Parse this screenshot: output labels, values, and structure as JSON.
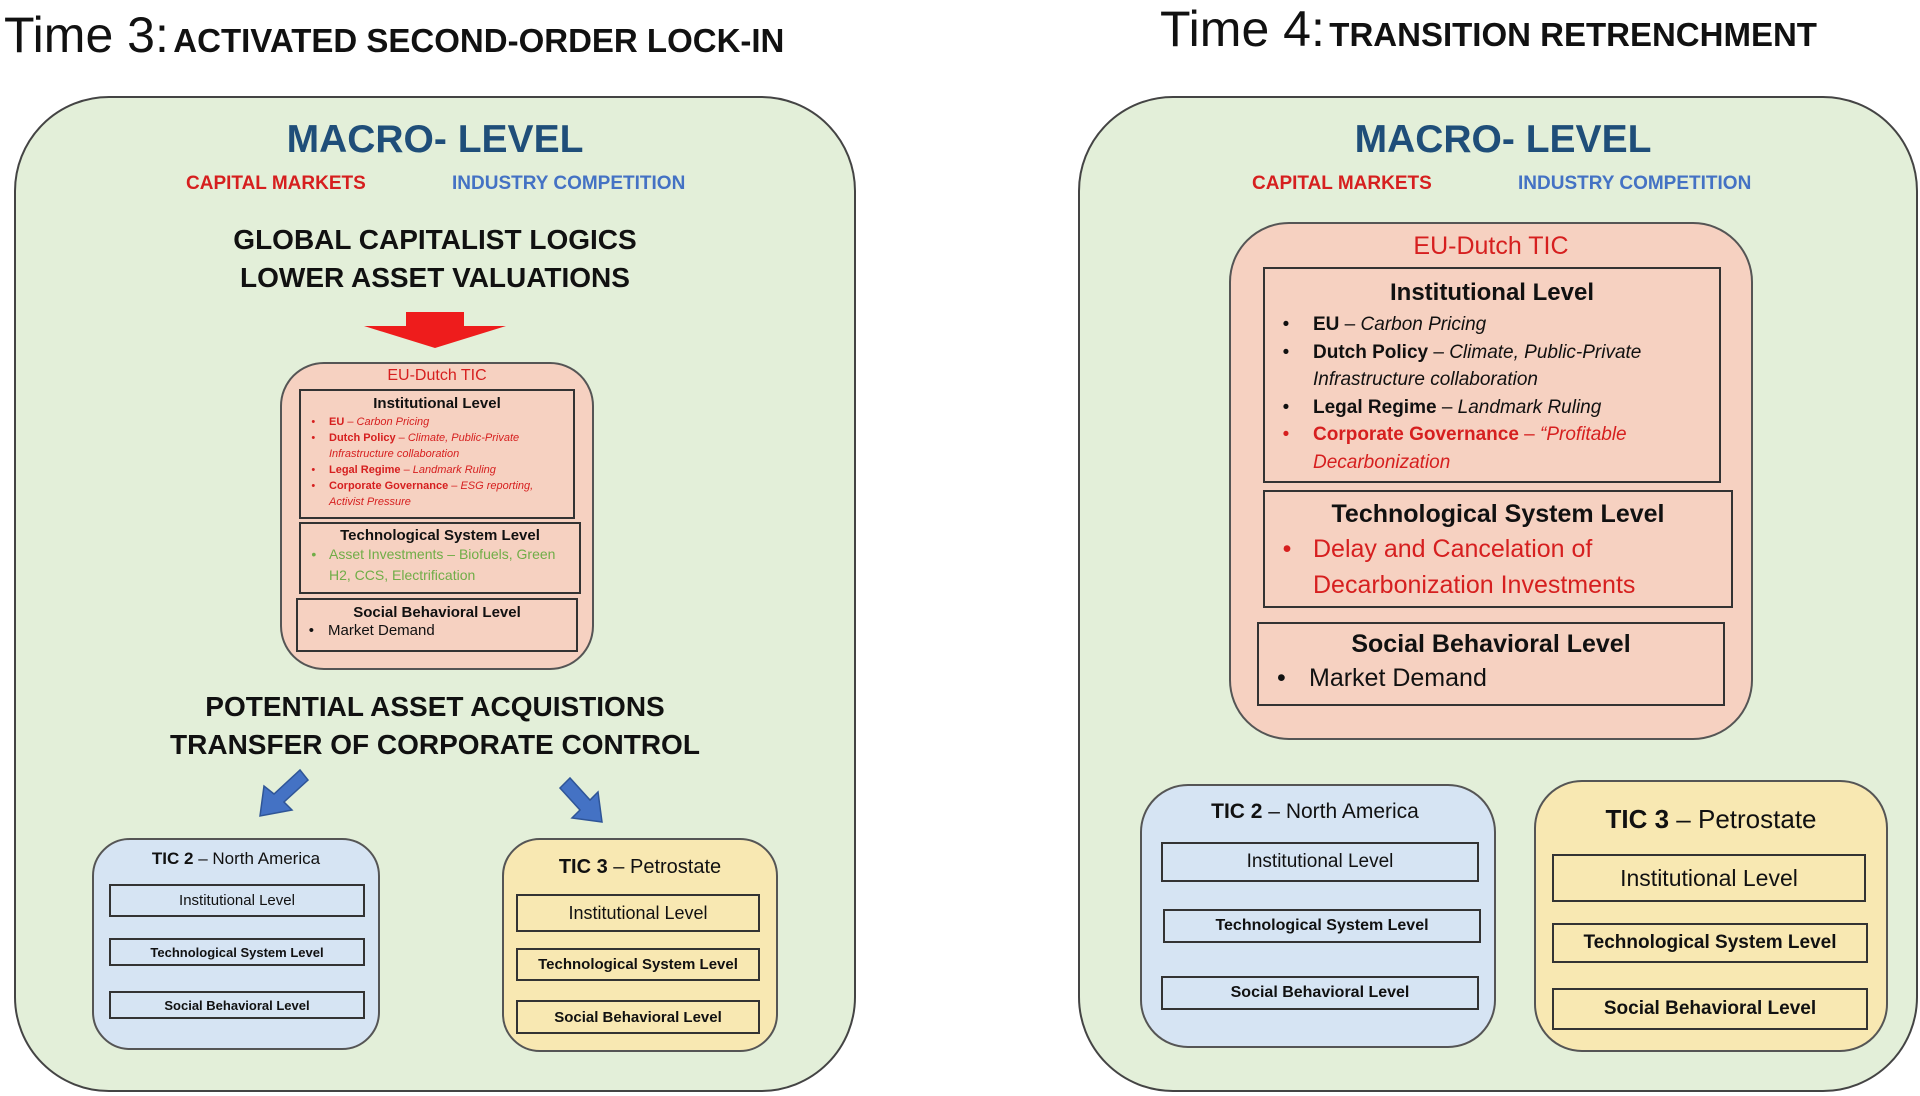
{
  "left": {
    "title_lead": "Time 3:",
    "title_sub": "ACTIVATED SECOND-ORDER LOCK-IN",
    "macro_title": "MACRO- LEVEL",
    "capital_markets": "CAPITAL MARKETS",
    "industry_competition": "INDUSTRY COMPETITION",
    "logic_line1": "GLOBAL CAPITALIST LOGICS",
    "logic_line2": "LOWER ASSET VALUATIONS",
    "eu_title": "EU-Dutch TIC",
    "institutional": {
      "head": "Institutional Level",
      "items": [
        {
          "bold": "EU",
          "sep": " – ",
          "it": "Carbon Pricing"
        },
        {
          "bold": "Dutch Policy",
          "sep": " – ",
          "it": "Climate, Public-Private Infrastructure collaboration"
        },
        {
          "bold": "Legal Regime",
          "sep": " – ",
          "it": "Landmark Ruling"
        },
        {
          "bold": "Corporate Governance",
          "sep": " – ",
          "it": "ESG reporting, Activist Pressure"
        }
      ]
    },
    "technological": {
      "head": "Technological System Level",
      "item": "Asset Investments – Biofuels, Green H2, CCS, Electrification"
    },
    "social": {
      "head": "Social Behavioral Level",
      "item": "Market Demand"
    },
    "potential_line1": "POTENTIAL ASSET ACQUISTIONS",
    "potential_line2": "TRANSFER OF CORPORATE CONTROL",
    "tic2": {
      "bold": "TIC 2",
      "rest": " – North America",
      "rows": [
        "Institutional Level",
        "Technological System Level",
        "Social Behavioral Level"
      ]
    },
    "tic3": {
      "bold": "TIC 3",
      "rest": " – Petrostate",
      "rows": [
        "Institutional Level",
        "Technological System Level",
        "Social Behavioral Level"
      ]
    }
  },
  "right": {
    "title_lead": "Time 4:",
    "title_sub": "TRANSITION RETRENCHMENT",
    "macro_title": "MACRO- LEVEL",
    "capital_markets": "CAPITAL MARKETS",
    "industry_competition": "INDUSTRY COMPETITION",
    "eu_title": "EU-Dutch TIC",
    "institutional": {
      "head": "Institutional Level",
      "items": [
        {
          "bold": "EU",
          "sep": " – ",
          "it": "Carbon Pricing"
        },
        {
          "bold": "Dutch Policy",
          "sep": " – ",
          "it": "Climate, Public-Private Infrastructure collaboration"
        },
        {
          "bold": "Legal Regime",
          "sep": " – ",
          "it": "Landmark Ruling"
        },
        {
          "bold": "Corporate Governance",
          "sep": " – ",
          "it": "“Profitable Decarbonization"
        }
      ]
    },
    "technological": {
      "head": "Technological System Level",
      "item": "Delay and Cancelation of Decarbonization Investments"
    },
    "social": {
      "head": "Social Behavioral Level",
      "item": "Market Demand"
    },
    "tic2": {
      "bold": "TIC 2",
      "rest": " – North America",
      "rows": [
        "Institutional Level",
        "Technological System Level",
        "Social Behavioral Level"
      ]
    },
    "tic3": {
      "bold": "TIC 3",
      "rest": " – Petrostate",
      "rows": [
        "Institutional Level",
        "Technological System Level",
        "Social Behavioral Level"
      ]
    }
  }
}
